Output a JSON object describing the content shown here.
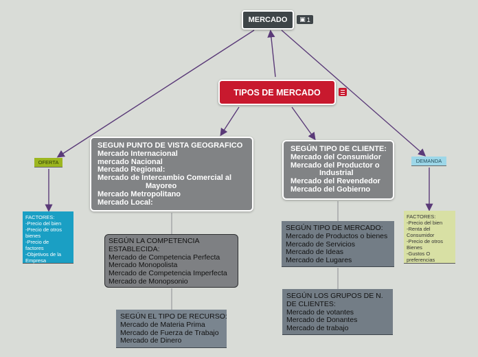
{
  "root": {
    "title": "MERCADO",
    "comment_count": "1"
  },
  "central": {
    "title": "TIPOS DE MERCADO"
  },
  "geo": {
    "lines": [
      "SEGUN PUNTO DE VISTA GEOGRAFICO",
      "Mercado Internacional",
      "mercado Nacional",
      "Mercado Regional:",
      "Mercado de Intercambio Comercial al",
      "Mayoreo",
      "Mercado Metropolitano",
      "Mercado Local:"
    ]
  },
  "cliente": {
    "lines": [
      "SEGÚN TIPO DE CLIENTE:",
      "Mercado del Consumidor",
      "Mercado del Productor o",
      "Industrial",
      "Mercado del Revendedor",
      "Mercado del Gobierno"
    ]
  },
  "competencia": {
    "lines": [
      "SEGÚN LA COMPETENCIA",
      "ESTABLECIDA:",
      "Mercado de Competencia Perfecta",
      "Mercado Monopolista",
      "Mercado de Competencia Imperfecta",
      "Mercado de Monopsonio"
    ]
  },
  "recurso": {
    "lines": [
      "SEGÚN EL TIPO DE RECURSO:",
      "Mercado de Materia Prima",
      "Mercado de Fuerza de Trabajo",
      "Mercado de Dinero"
    ]
  },
  "tipo_mercado": {
    "lines": [
      "SEGÚN TIPO DE MERCADO:",
      "Mercado de Productos o bienes",
      "Mercado de Servicios",
      "Mercado de Ideas",
      "Mercado de Lugares"
    ]
  },
  "grupos": {
    "lines": [
      "SEGÚN LOS GRUPOS DE N.",
      "DE CLIENTES:",
      "Mercado de votantes",
      "Mercado de Donantes",
      "Mercado de trabajo"
    ]
  },
  "oferta": {
    "label": "OFERTA"
  },
  "demanda": {
    "label": "DEMANDA"
  },
  "factores_oferta": {
    "lines": [
      "FACTORES:",
      "-Precio del bien",
      "-Precio de otros",
      "bienes",
      "-Precio de",
      "factores",
      "-Objetivos de la",
      "Empresa"
    ]
  },
  "factores_demanda": {
    "lines": [
      "FACTORES:",
      "-Precio del bien",
      "-Renta del",
      "Consumidor",
      "-Precio de otros",
      "Bienes",
      "-Gustos O",
      "preferencias"
    ]
  },
  "colors": {
    "root": "#3e4548",
    "central": "#c8192e",
    "connector": "#5a3a78",
    "oferta": "#9cb61f",
    "demanda": "#9dd7e8"
  }
}
